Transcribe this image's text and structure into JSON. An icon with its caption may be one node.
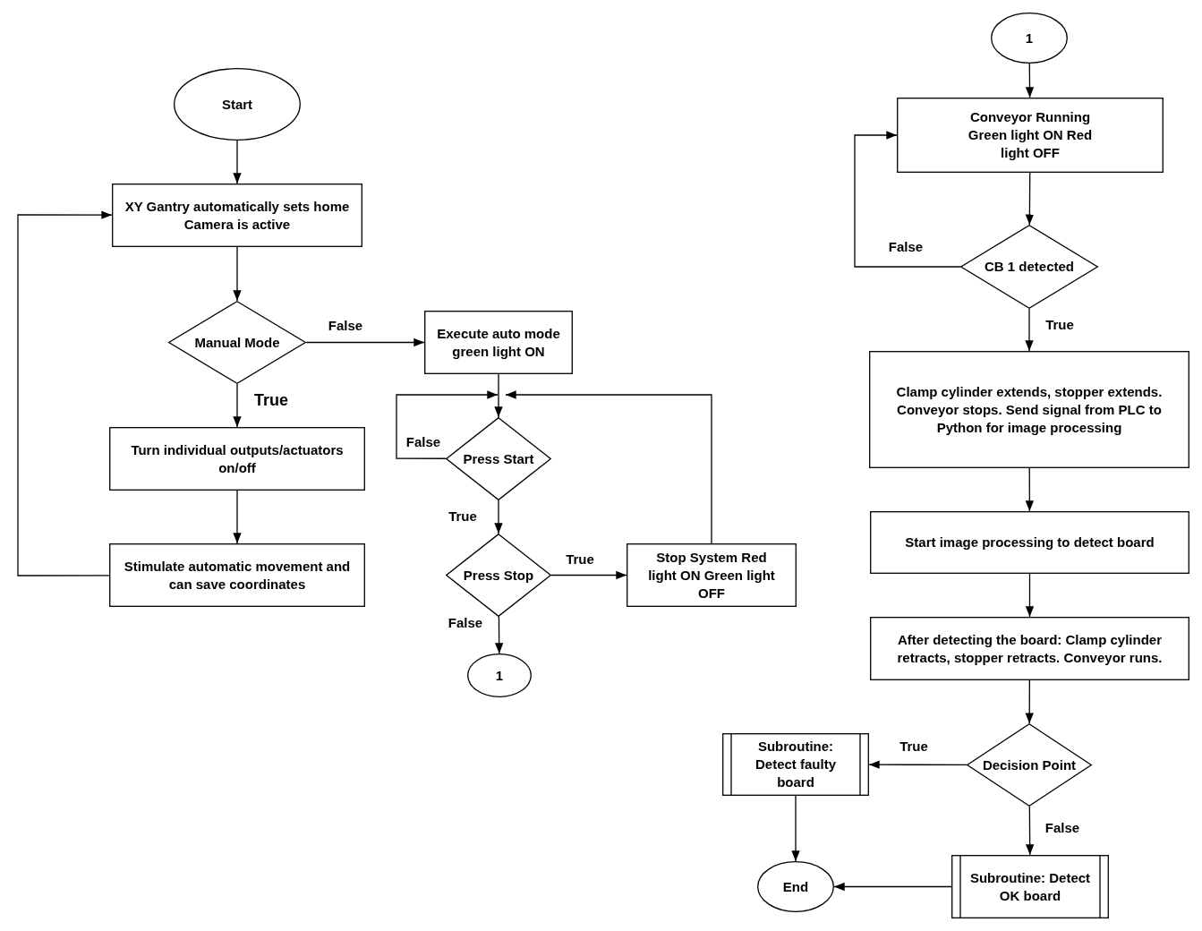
{
  "diagram": {
    "nodes": [
      {
        "text": [
          "Start"
        ]
      },
      {
        "text": [
          "XY Gantry automatically sets home Camera is active"
        ]
      },
      {
        "text": [
          "Manual Mode"
        ]
      },
      {
        "text": [
          "Turn individual outputs/actuators on/off"
        ]
      },
      {
        "text": [
          "Stimulate automatic movement and can save coordinates"
        ]
      },
      {
        "text": [
          "Execute auto mode green light ON"
        ]
      },
      {
        "text": [
          "Press Start"
        ]
      },
      {
        "text": [
          "Press Stop"
        ]
      },
      {
        "text": [
          "Stop System Red light ON Green light OFF"
        ]
      },
      {
        "text": [
          "1"
        ]
      },
      {
        "text": [
          "1"
        ]
      },
      {
        "text": [
          "Conveyor Running Green light ON Red light OFF"
        ]
      },
      {
        "text": [
          "CB 1 detected"
        ]
      },
      {
        "text": [
          "Clamp cylinder extends, stopper extends. Conveyor stops. Send signal from PLC to Python for image processing"
        ]
      },
      {
        "text": [
          "Start image processing to detect board"
        ]
      },
      {
        "text": [
          "After detecting the board: Clamp cylinder retracts, stopper retracts. Conveyor runs."
        ]
      },
      {
        "text": [
          "Decision Point"
        ]
      },
      {
        "text": [
          "Subroutine: Detect faulty board"
        ]
      },
      {
        "text": [
          "Subroutine: Detect OK board"
        ]
      },
      {
        "text": [
          "End"
        ]
      }
    ],
    "edges": [
      {
        "from": 0,
        "to": 1,
        "arrow": "to"
      },
      {
        "from": 1,
        "to": 2,
        "arrow": "to"
      },
      {
        "from": 2,
        "to": 5,
        "arrow": "to",
        "label": "False"
      },
      {
        "from": 2,
        "to": 3,
        "arrow": "to",
        "label": "True"
      },
      {
        "from": 3,
        "to": 4,
        "arrow": "to"
      },
      {
        "from": 4,
        "to": 1,
        "arrow": "to"
      },
      {
        "from": 5,
        "to": 6,
        "arrow": "to"
      },
      {
        "from": 6,
        "to": 6,
        "arrow": "to",
        "label": "False"
      },
      {
        "from": 6,
        "to": 7,
        "arrow": "to",
        "label": "True"
      },
      {
        "from": 7,
        "to": 8,
        "arrow": "to",
        "label": "True"
      },
      {
        "from": 7,
        "to": 9,
        "arrow": "to",
        "label": "False"
      },
      {
        "from": 8,
        "to": 6,
        "arrow": "to"
      },
      {
        "from": 10,
        "to": 11,
        "arrow": "to"
      },
      {
        "from": 11,
        "to": 12,
        "arrow": "to"
      },
      {
        "from": 12,
        "to": 11,
        "arrow": "to",
        "label": "False"
      },
      {
        "from": 12,
        "to": 13,
        "arrow": "to",
        "label": "True"
      },
      {
        "from": 13,
        "to": 14,
        "arrow": "to"
      },
      {
        "from": 14,
        "to": 15,
        "arrow": "to"
      },
      {
        "from": 15,
        "to": 16,
        "arrow": "to"
      },
      {
        "from": 16,
        "to": 17,
        "arrow": "to",
        "label": "True"
      },
      {
        "from": 16,
        "to": 18,
        "arrow": "to",
        "label": "False"
      },
      {
        "from": 17,
        "to": 19,
        "arrow": "to"
      },
      {
        "from": 18,
        "to": 19,
        "arrow": "to"
      }
    ]
  }
}
